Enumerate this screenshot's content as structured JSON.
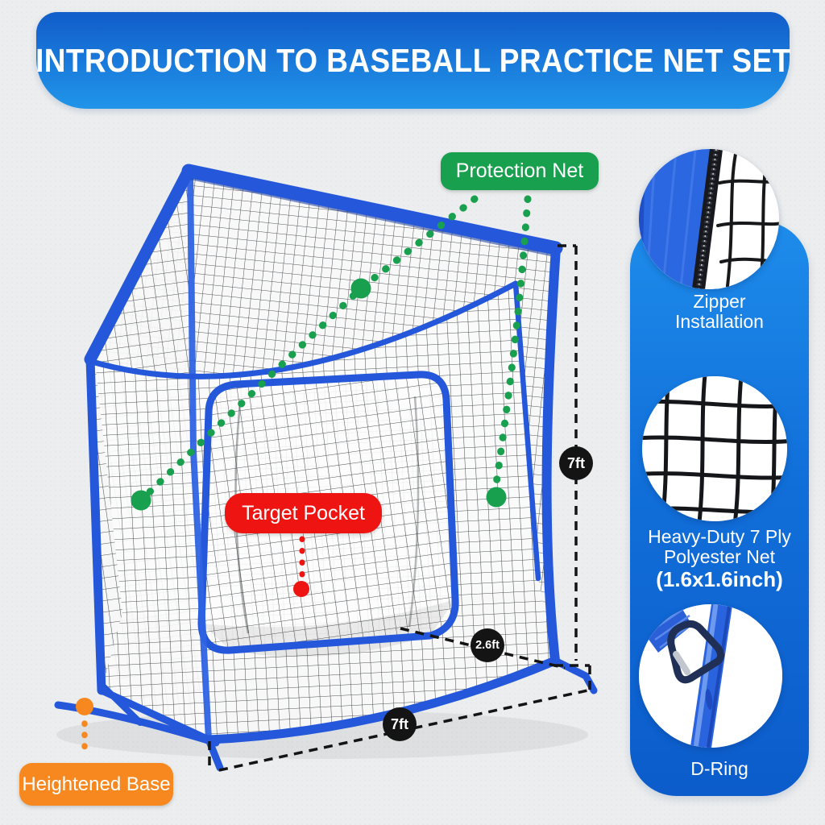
{
  "header": {
    "title": "INTRODUCTION TO BASEBALL PRACTICE NET SET"
  },
  "callouts": {
    "protection_net": {
      "label": "Protection Net",
      "color": "#18a04e"
    },
    "target_pocket": {
      "label": "Target Pocket",
      "color": "#ee1412"
    },
    "heightened_base": {
      "label": "Heightened Base",
      "color": "#f6881f"
    }
  },
  "dimensions": {
    "height_label": "7ft",
    "depth_label": "2.6ft",
    "width_label": "7ft",
    "badge_color": "#141414"
  },
  "features": {
    "panel_color_top": "#1e8ceb",
    "panel_color_bottom": "#0c5ccb",
    "items": [
      {
        "id": "zipper-installation",
        "lines": [
          "Zipper",
          "Installation"
        ]
      },
      {
        "id": "heavy-duty-net",
        "lines": [
          "Heavy-Duty 7 Ply",
          "Polyester Net",
          "(1.6x1.6inch)"
        ]
      },
      {
        "id": "d-ring",
        "lines": [
          "D-Ring"
        ]
      }
    ]
  },
  "colors": {
    "banner_gradient_top": "#115cc9",
    "banner_gradient_bottom": "#2095e9",
    "frame_blue": "#2457da",
    "netting_black": "#24282c",
    "background_gray": "#ebedee"
  }
}
